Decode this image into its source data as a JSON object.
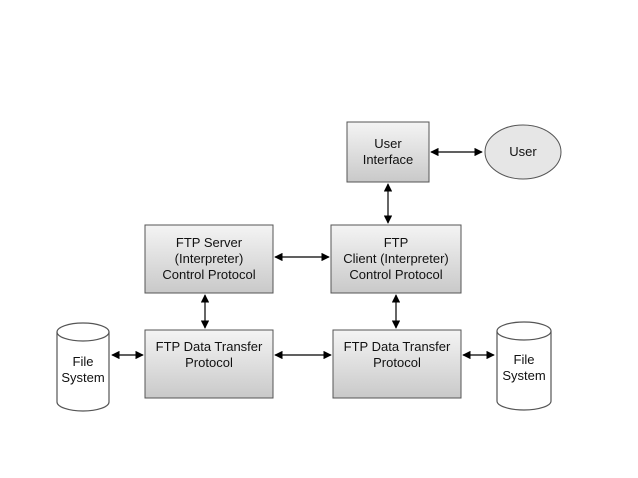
{
  "diagram": {
    "colors": {
      "box_fill_top": "#f4f4f4",
      "box_fill_bottom": "#c9c9c9",
      "ellipse_fill": "#e6e6e6",
      "stroke": "#555555",
      "arrow": "#000000"
    },
    "nodes": {
      "user_interface": {
        "label": "User\nInterface"
      },
      "user": {
        "label": "User"
      },
      "server_pi": {
        "label": "FTP Server\n(Interpreter)\nControl Protocol"
      },
      "client_pi": {
        "label": "FTP\nClient (Interpreter)\nControl Protocol"
      },
      "server_dtp": {
        "label": "FTP Data Transfer\nProtocol"
      },
      "client_dtp": {
        "label": "FTP Data Transfer\nProtocol"
      },
      "fs_left": {
        "label": "File\nSystem"
      },
      "fs_right": {
        "label": "File\nSystem"
      }
    },
    "connections": [
      {
        "from": "user_interface",
        "to": "user",
        "style": "bidirectional"
      },
      {
        "from": "user_interface",
        "to": "client_pi",
        "style": "bidirectional"
      },
      {
        "from": "server_pi",
        "to": "client_pi",
        "style": "bidirectional"
      },
      {
        "from": "server_pi",
        "to": "server_dtp",
        "style": "bidirectional"
      },
      {
        "from": "client_pi",
        "to": "client_dtp",
        "style": "bidirectional"
      },
      {
        "from": "server_dtp",
        "to": "client_dtp",
        "style": "bidirectional"
      },
      {
        "from": "fs_left",
        "to": "server_dtp",
        "style": "bidirectional"
      },
      {
        "from": "client_dtp",
        "to": "fs_right",
        "style": "bidirectional"
      }
    ]
  }
}
